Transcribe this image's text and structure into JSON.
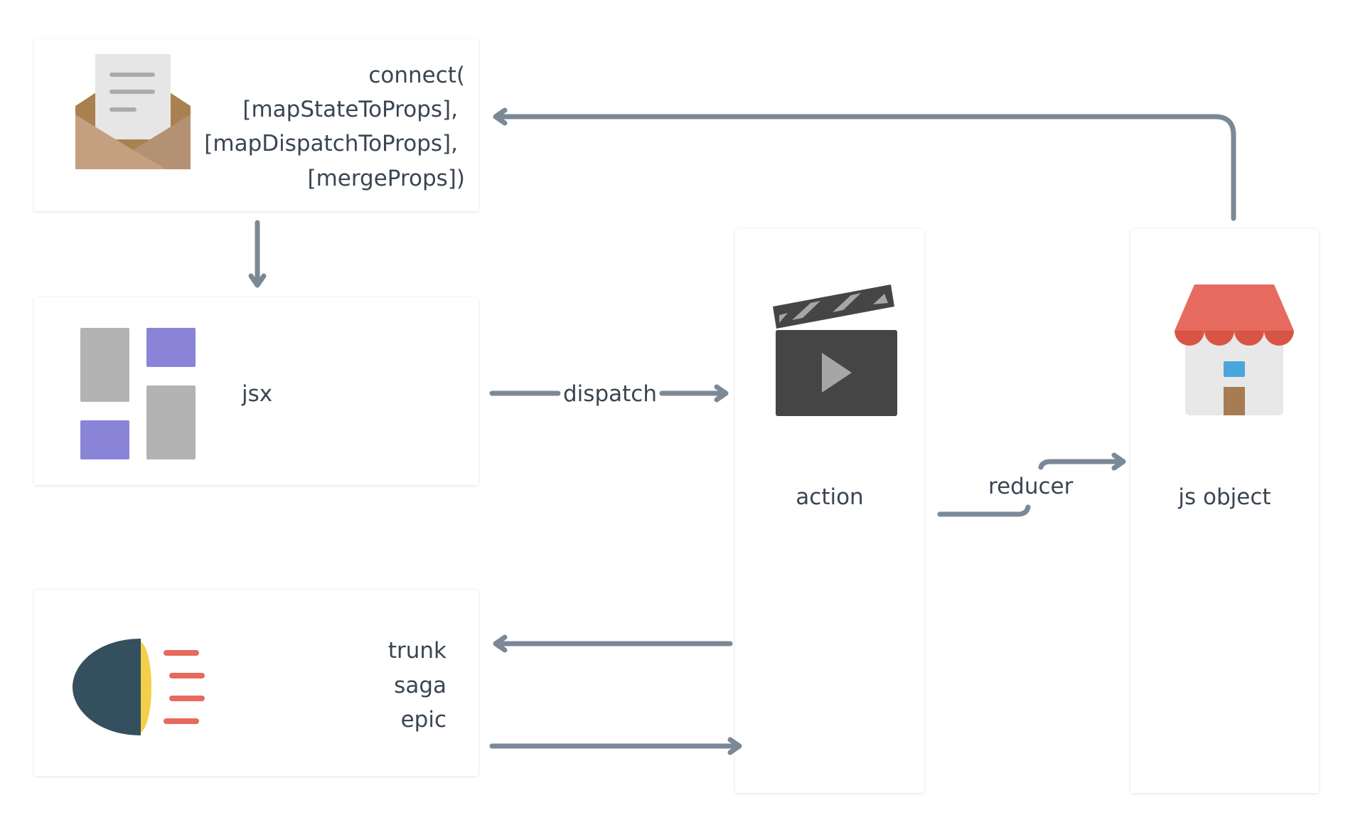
{
  "connect": {
    "lines": [
      "connect(",
      "[mapStateToProps],",
      "[mapDispatchToProps],",
      "[mergeProps])"
    ],
    "icon": "envelope-letter-icon"
  },
  "jsx": {
    "label": "jsx",
    "icon": "layout-blocks-icon"
  },
  "dispatch": {
    "label": "dispatch"
  },
  "action": {
    "label": "action",
    "icon": "clapperboard-icon"
  },
  "reducer": {
    "label": "reducer"
  },
  "store": {
    "label": "js object",
    "icon": "shop-store-icon"
  },
  "side_effects": {
    "lines": [
      "trunk",
      "saga",
      "epic"
    ],
    "icon": "headlight-icon"
  },
  "colors": {
    "arrow": "#7b8896",
    "text": "#3a4552",
    "envelope": "#c4a080",
    "block_gray": "#b3b3b3",
    "block_purple": "#8a84d8",
    "clapper": "#454545",
    "awning": "#e76a5e",
    "store_wall": "#e8e8e8",
    "window": "#4aa6de",
    "door": "#a87c52",
    "light_dark": "#34505f",
    "light_yellow": "#f4cf4a",
    "light_rays": "#e76a5e"
  }
}
